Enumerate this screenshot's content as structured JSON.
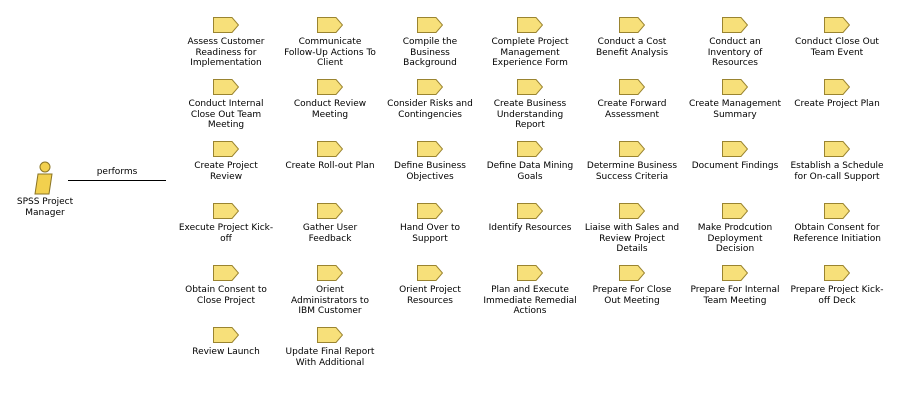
{
  "diagram": {
    "actor": {
      "label": "SPSS Project Manager",
      "icon": "actor-icon",
      "color": "#F2D04E"
    },
    "association": {
      "label": "performs"
    },
    "task_icon": "task-icon",
    "task_fill": "#F7E07A",
    "task_stroke": "#9A8430",
    "tasks": [
      "Assess Customer Readiness for Implementation",
      "Communicate Follow-Up Actions To Client",
      "Compile the Business Background",
      "Complete Project Management Experience Form",
      "Conduct a Cost Benefit Analysis",
      "Conduct an Inventory of Resources",
      "Conduct Close Out Team Event",
      "Conduct Internal Close Out Team Meeting",
      "Conduct Review Meeting",
      "Consider Risks and Contingencies",
      "Create Business Understanding Report",
      "Create Forward Assessment",
      "Create Management Summary",
      "Create Project Plan",
      "Create Project Review",
      "Create Roll-out Plan",
      "Define Business Objectives",
      "Define Data Mining Goals",
      "Determine Business Success Criteria",
      "Document Findings",
      "Establish a Schedule for On-call Support",
      "Execute Project Kick-off",
      "Gather User Feedback",
      "Hand Over to Support",
      "Identify Resources",
      "Liaise with Sales and Review Project Details",
      "Make Prodcution Deployment Decision",
      "Obtain Consent for Reference Initiation",
      "Obtain Consent to Close Project",
      "Orient Administrators to IBM Customer",
      "Orient Project Resources",
      "Plan and Execute Immediate Remedial Actions",
      "Prepare For Close Out Meeting",
      "Prepare For Internal Team Meeting",
      "Prepare Project Kick-off Deck",
      "Review Launch",
      "Update Final Report With Additional"
    ]
  }
}
